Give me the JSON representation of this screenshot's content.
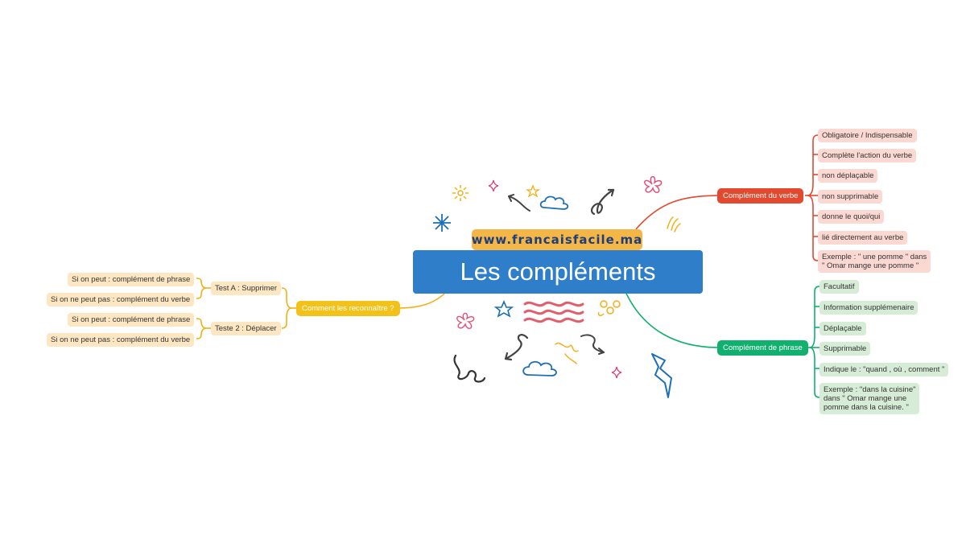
{
  "central": {
    "title": "Les compléments",
    "site": "www.francaisfacile.ma"
  },
  "colors": {
    "central": "#2f7ec9",
    "site_label": "#f5b648",
    "verb_branch": "#e2492f",
    "phrase_branch": "#12b06e",
    "reconnaitre_branch": "#f3c21a",
    "test_nodes": "#fde7c2"
  },
  "branches": {
    "verbe": {
      "label": "Complément du verbe",
      "items": [
        "Obligatoire / Indispensable",
        "Complète l'action du verbe",
        "non déplaçable",
        "non supprimable",
        "donne le quoi/qui",
        "lié directement au verbe"
      ],
      "example_line1": "Exemple : \" une pomme \" dans",
      "example_line2": "\" Omar mange une pomme \""
    },
    "phrase": {
      "label": "Complément de phrase",
      "items": [
        "Facultatif",
        "Information supplémenaire",
        "Déplaçable",
        "Supprimable",
        "Indique le : \"quand , où , comment \""
      ],
      "example_line1": "Exemple : \"dans la cuisine\"",
      "example_line2": "dans \" Omar mange une",
      "example_line3": "pomme dans la cuisine. \""
    },
    "reconnaitre": {
      "label": "Comment les reconnaître ?",
      "tests": [
        {
          "label": "Test A : Supprimer",
          "yes": "Si on peut : complément de phrase",
          "no": "Si on ne peut pas : complément du verbe"
        },
        {
          "label": "Teste 2 : Déplacer",
          "yes": "Si on peut : complément de phrase",
          "no": "Si on ne peut pas : complément du verbe"
        }
      ]
    }
  },
  "decor_icons": [
    "sun-icon",
    "sparkle-icon",
    "star-icon",
    "cloud-icon",
    "arrow-icon",
    "flower-icon",
    "wave-icon",
    "lightning-icon",
    "squiggle-icon",
    "snowflake-icon"
  ]
}
